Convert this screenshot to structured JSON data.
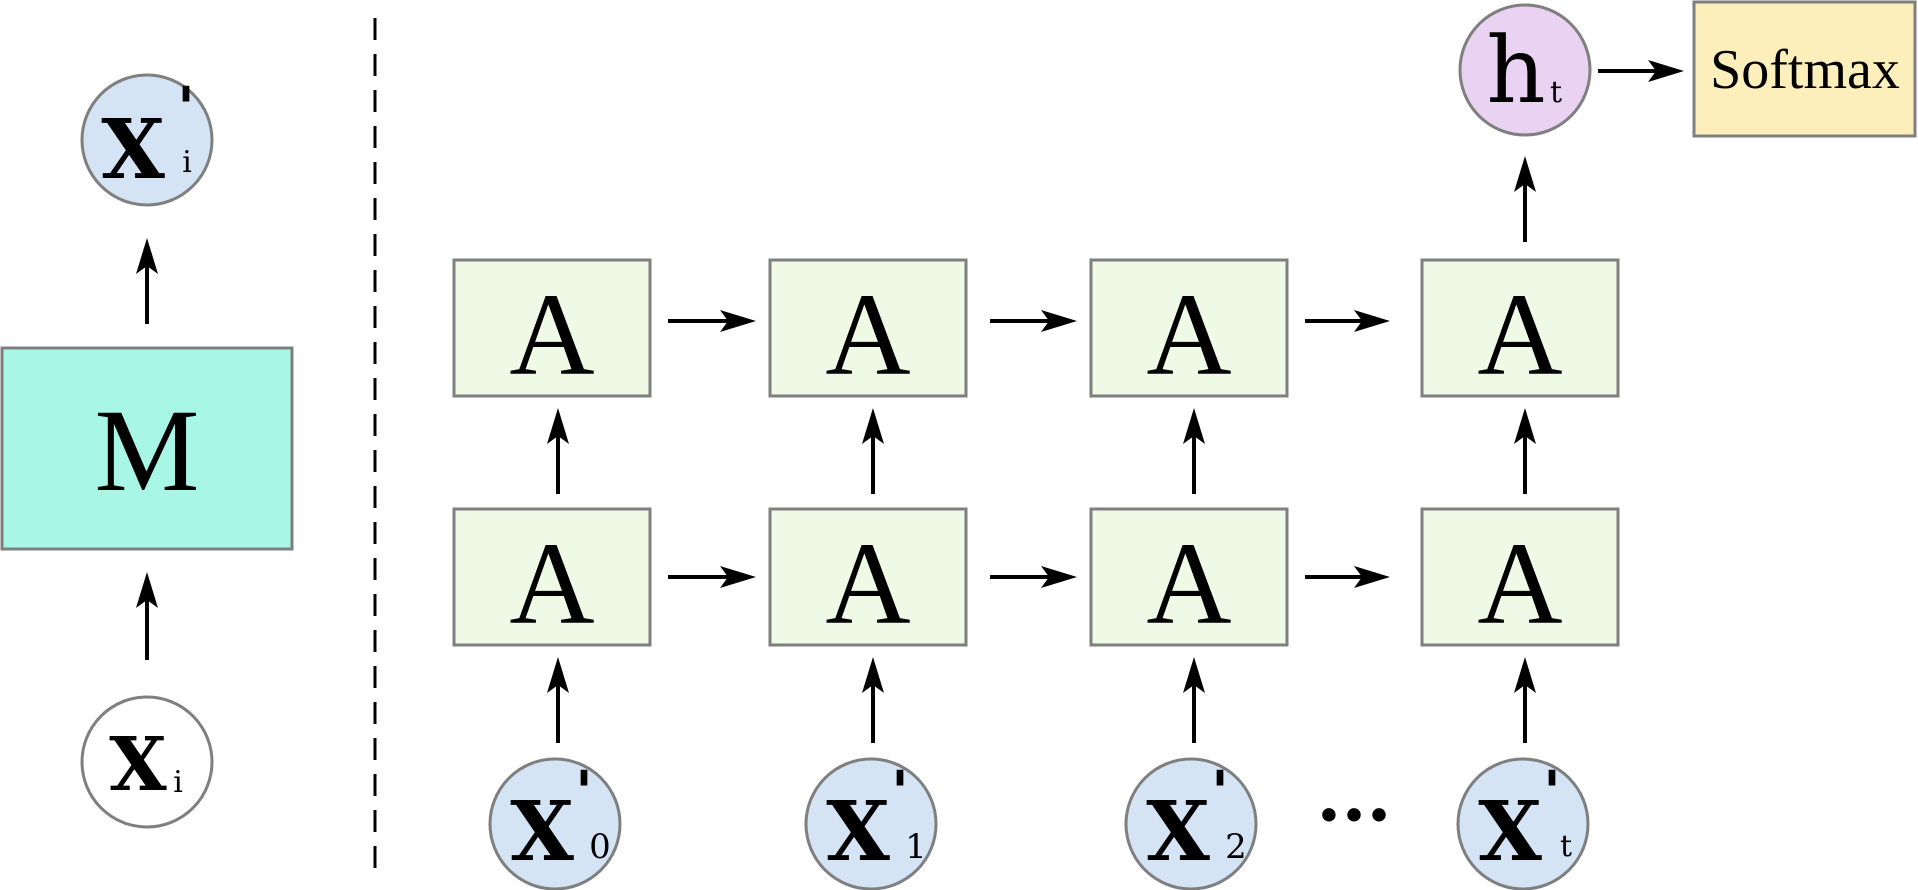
{
  "colors": {
    "circle_blue": "#d4e4f4",
    "circle_white": "#ffffff",
    "circle_purple": "#ead3f2",
    "box_M": "#a8f6e5",
    "box_A": "#eef9e6",
    "box_softmax": "#fcefbc",
    "stroke": "#7f7f7f"
  },
  "left": {
    "input_node": {
      "base": "X",
      "sub": "i"
    },
    "model_box": "M",
    "output_node": {
      "base": "X",
      "prime": "'",
      "sub": "i"
    }
  },
  "right": {
    "cell_label": "A",
    "inputs": [
      {
        "base": "X",
        "prime": "'",
        "sub": "0"
      },
      {
        "base": "X",
        "prime": "'",
        "sub": "1"
      },
      {
        "base": "X",
        "prime": "'",
        "sub": "2"
      },
      {
        "base": "X",
        "prime": "'",
        "sub": "t"
      }
    ],
    "ellipsis": "···",
    "hidden_output": {
      "base": "h",
      "sub": "t"
    },
    "softmax_label": "Softmax"
  }
}
